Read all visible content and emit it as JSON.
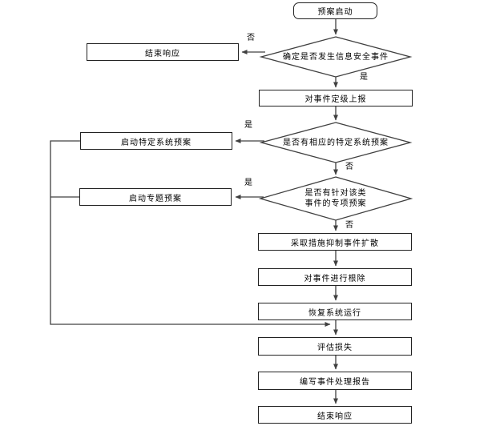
{
  "diagram": {
    "background": "#ffffff",
    "line_color": "#404040",
    "box_border_color": "#222222",
    "nodes": {
      "start": "预案启动",
      "decision1": "确定是否发生信息安全事件",
      "end_response_top": "结束响应",
      "grade_report": "对事件定级上报",
      "decision2": "是否有相应的特定系统预案",
      "start_specific_plan": "启动特定系统预案",
      "decision3_line1": "是否有针对该类",
      "decision3_line2": "事件的专项预案",
      "start_special_plan": "启动专题预案",
      "contain_spread": "采取措施抑制事件扩散",
      "eradicate": "对事件进行根除",
      "restore_system": "恢复系统运行",
      "assess_loss": "评估损失",
      "write_report": "编写事件处理报告",
      "end_response_bottom": "结束响应"
    },
    "edge_labels": {
      "d1_no": "否",
      "d1_yes": "是",
      "d2_yes": "是",
      "d2_no": "否",
      "d3_yes": "是",
      "d3_no": "否"
    }
  }
}
